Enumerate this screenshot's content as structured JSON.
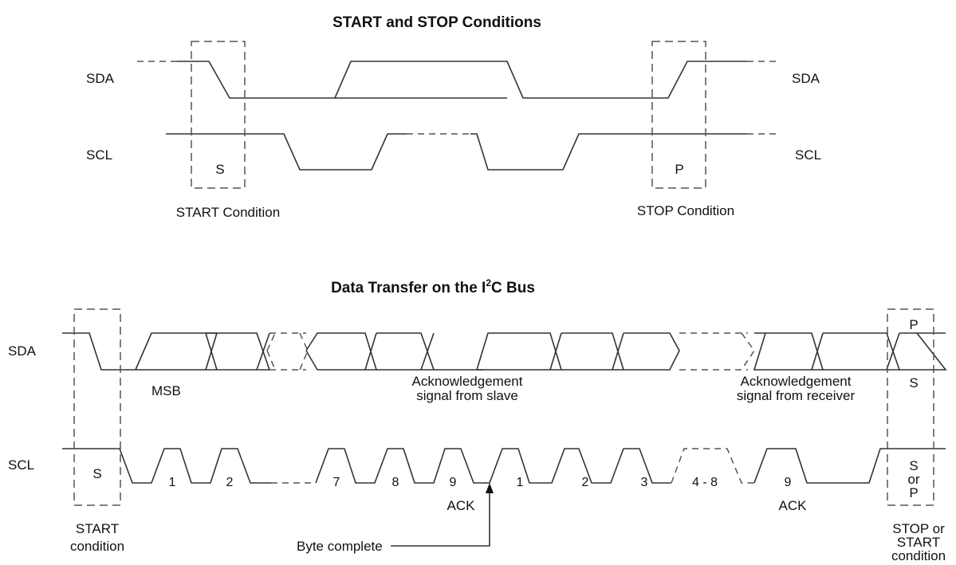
{
  "top": {
    "title": "START and STOP Conditions",
    "sda_label": "SDA",
    "scl_label": "SCL",
    "s_marker": "S",
    "p_marker": "P",
    "start_caption": "START Condition",
    "stop_caption": "STOP Condition"
  },
  "bottom": {
    "title_main": "Data Transfer on the I",
    "title_sup": "2",
    "title_end": "C Bus",
    "sda_label": "SDA",
    "scl_label": "SCL",
    "msb": "MSB",
    "ack_slave_line1": "Acknowledgement",
    "ack_slave_line2": "signal from slave",
    "ack_recv_line1": "Acknowledgement",
    "ack_recv_line2": "signal from receiver",
    "s_marker": "S",
    "p_marker": "P",
    "s_or_p_line1": "S",
    "s_or_p_line2": "or",
    "s_or_p_line3": "P",
    "pulse_labels": [
      "1",
      "2",
      "7",
      "8",
      "9",
      "1",
      "2",
      "3",
      "4 - 8",
      "9"
    ],
    "ack_label": "ACK",
    "start_line1": "START",
    "start_line2": "condition",
    "byte_complete": "Byte complete",
    "stop_line1": "STOP or",
    "stop_line2": "START",
    "stop_line3": "condition"
  }
}
